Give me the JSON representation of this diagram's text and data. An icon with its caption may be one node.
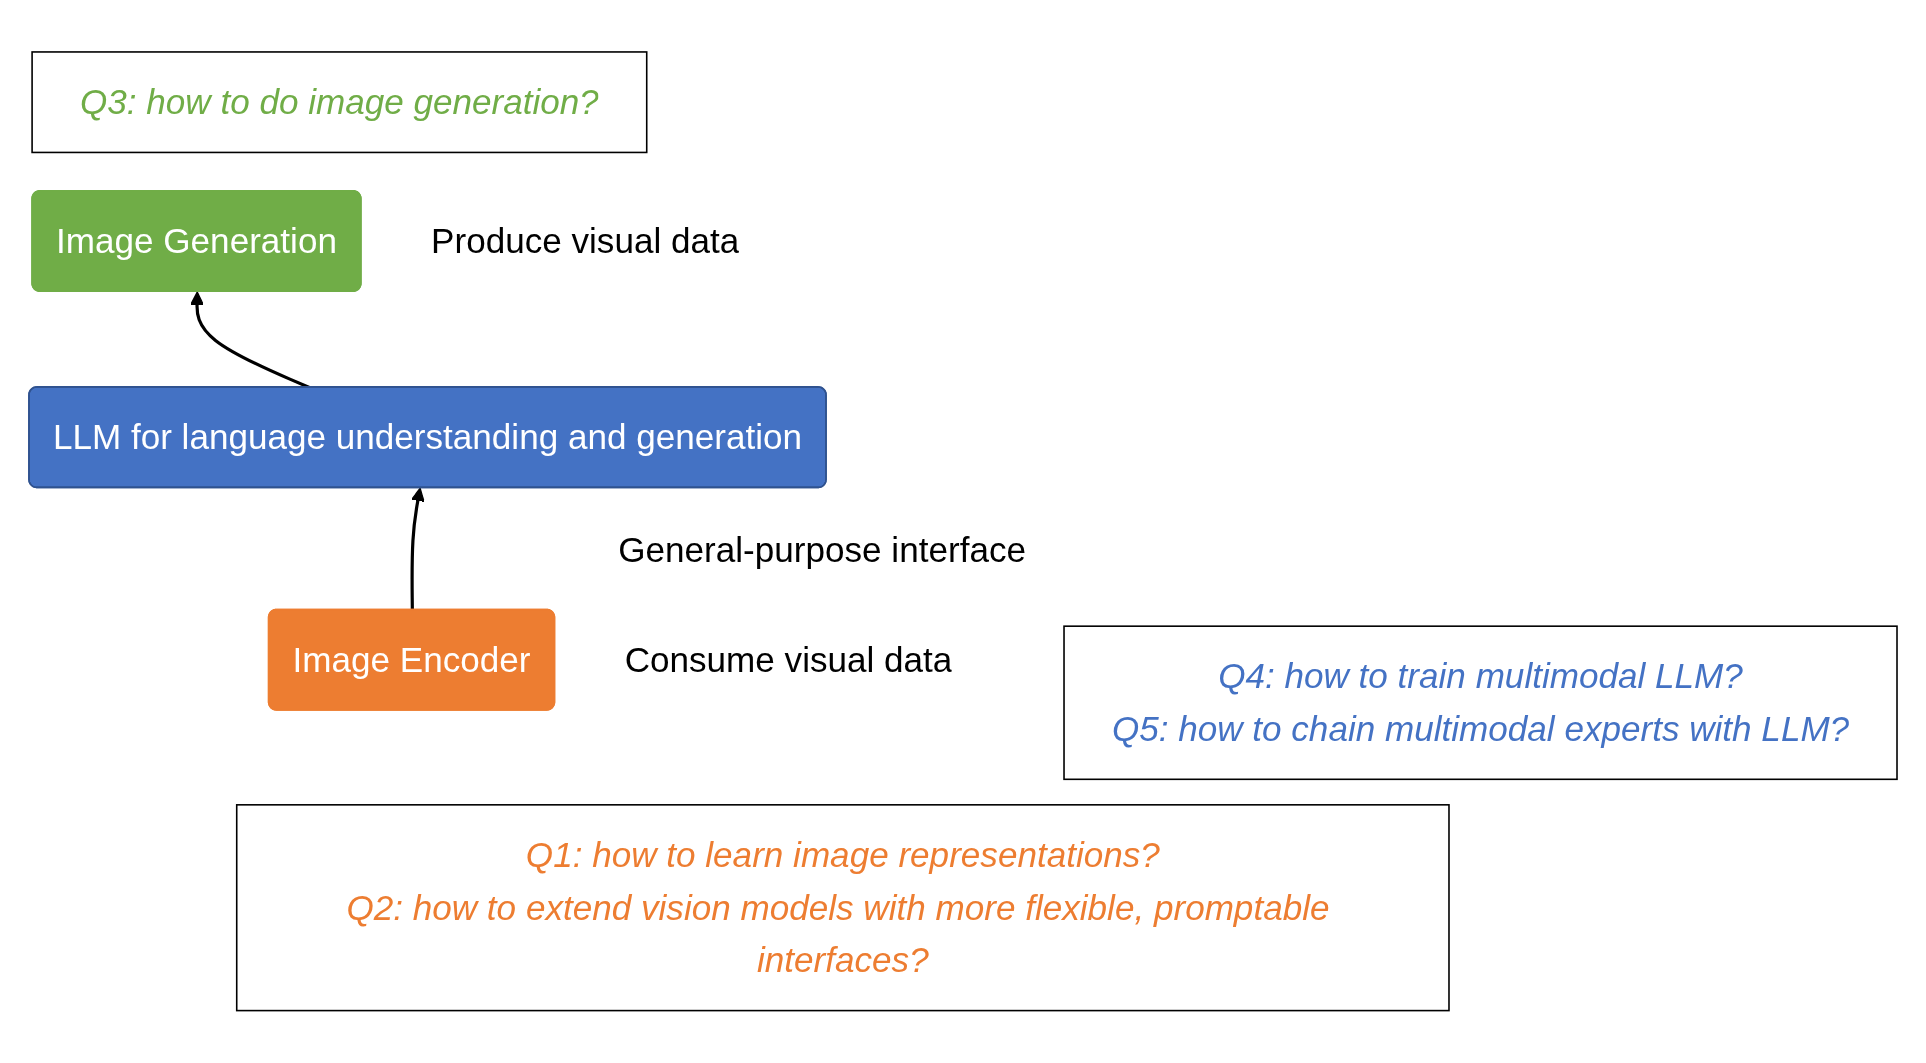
{
  "diagram": {
    "nodes": [
      {
        "text": [
          "Q3: how to do image generation?"
        ]
      },
      {
        "text": [
          "Image Generation"
        ],
        "beside": [
          "Produce visual data"
        ]
      },
      {
        "text": [
          "LLM for language understanding and generation"
        ],
        "beside": [
          "General-purpose interface"
        ]
      },
      {
        "text": [
          "Q4: how to train multimodal LLM?",
          "Q5: how to chain multimodal experts with LLM?"
        ]
      },
      {
        "text": [
          "Image Encoder"
        ],
        "beside": [
          "Consume visual data"
        ]
      },
      {
        "text": [
          "Q1: how to learn image representations?",
          "Q2: how to extend vision models with more flexible, promptable interfaces?"
        ]
      }
    ],
    "edges": [
      {
        "from": 4,
        "to": 2,
        "arrow": "to"
      },
      {
        "from": 2,
        "to": 1,
        "arrow": "to"
      }
    ]
  }
}
